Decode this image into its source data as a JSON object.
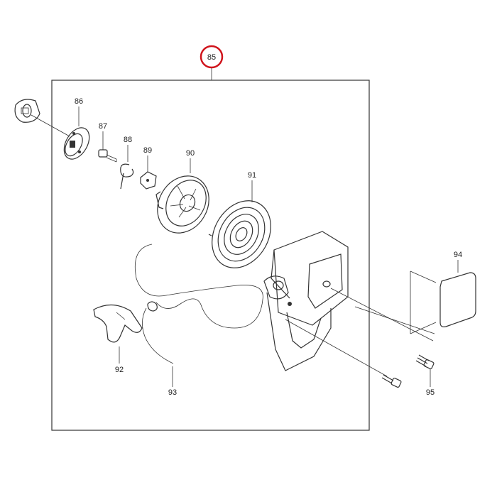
{
  "diagram": {
    "assembly_label": "85",
    "assembly_highlight_color": "#d0141c",
    "line_color": "#333333",
    "parts": [
      {
        "id": "86",
        "label": "86"
      },
      {
        "id": "87",
        "label": "87"
      },
      {
        "id": "88",
        "label": "88"
      },
      {
        "id": "89",
        "label": "89"
      },
      {
        "id": "90",
        "label": "90"
      },
      {
        "id": "91",
        "label": "91"
      },
      {
        "id": "92",
        "label": "92"
      },
      {
        "id": "93",
        "label": "93"
      },
      {
        "id": "94",
        "label": "94"
      },
      {
        "id": "95",
        "label": "95"
      }
    ]
  }
}
